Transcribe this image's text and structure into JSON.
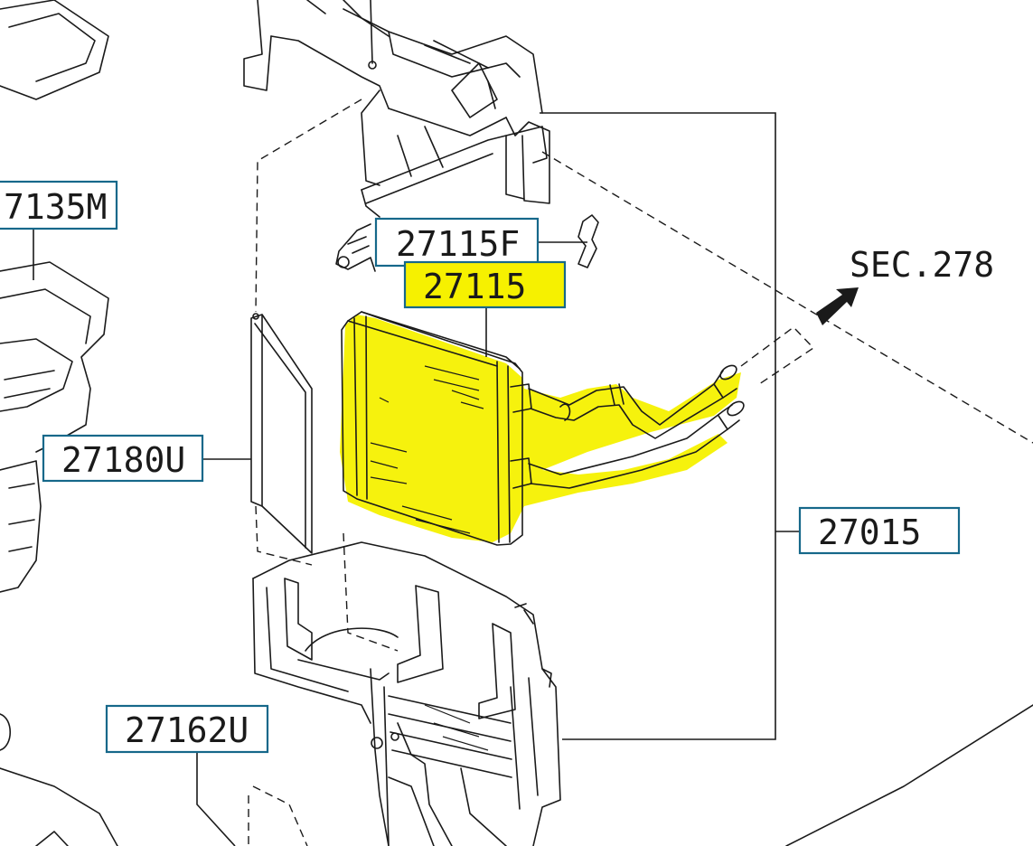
{
  "labels": {
    "p27135m": "7135M",
    "p27115f": "27115F",
    "p27115": "27115",
    "p27180u": "27180U",
    "p27015": "27015",
    "p27162u": "27162U"
  },
  "section_ref": "SEC.278",
  "colors": {
    "highlight": "#f6f100",
    "label_border": "#16688a",
    "line": "#1a1a1a"
  },
  "highlighted_part": "27115"
}
